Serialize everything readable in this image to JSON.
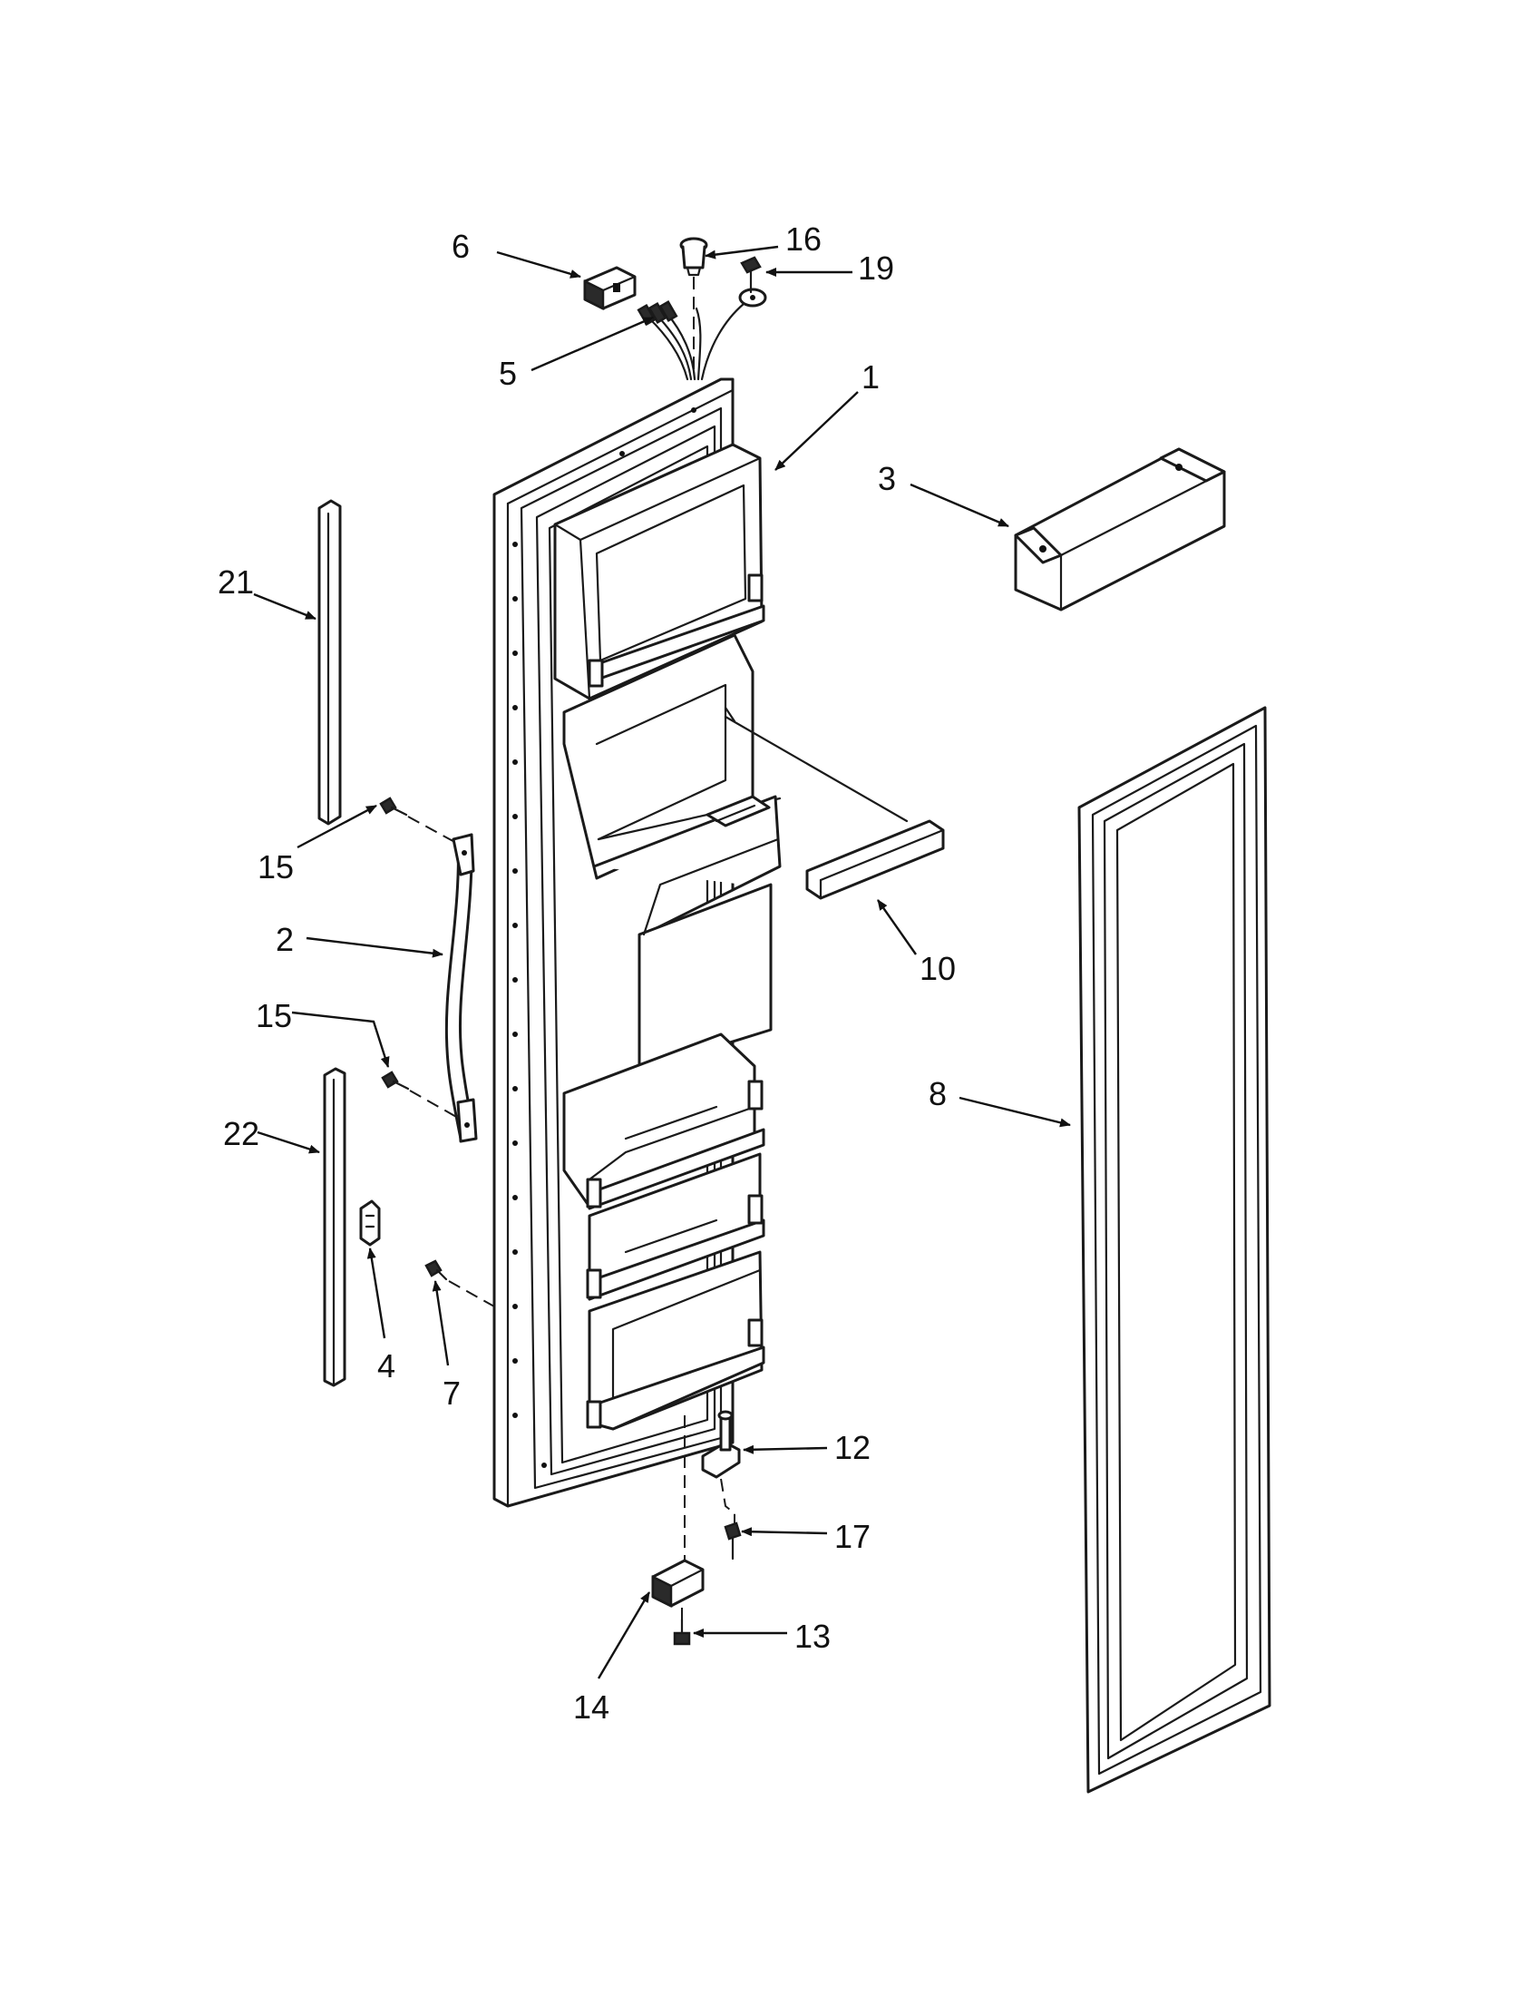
{
  "callouts": {
    "c1": "1",
    "c2": "2",
    "c3": "3",
    "c4": "4",
    "c5": "5",
    "c6": "6",
    "c7": "7",
    "c8": "8",
    "c10": "10",
    "c12": "12",
    "c13": "13",
    "c14": "14",
    "c15a": "15",
    "c15b": "15",
    "c16": "16",
    "c17": "17",
    "c19": "19",
    "c21": "21",
    "c22": "22"
  }
}
